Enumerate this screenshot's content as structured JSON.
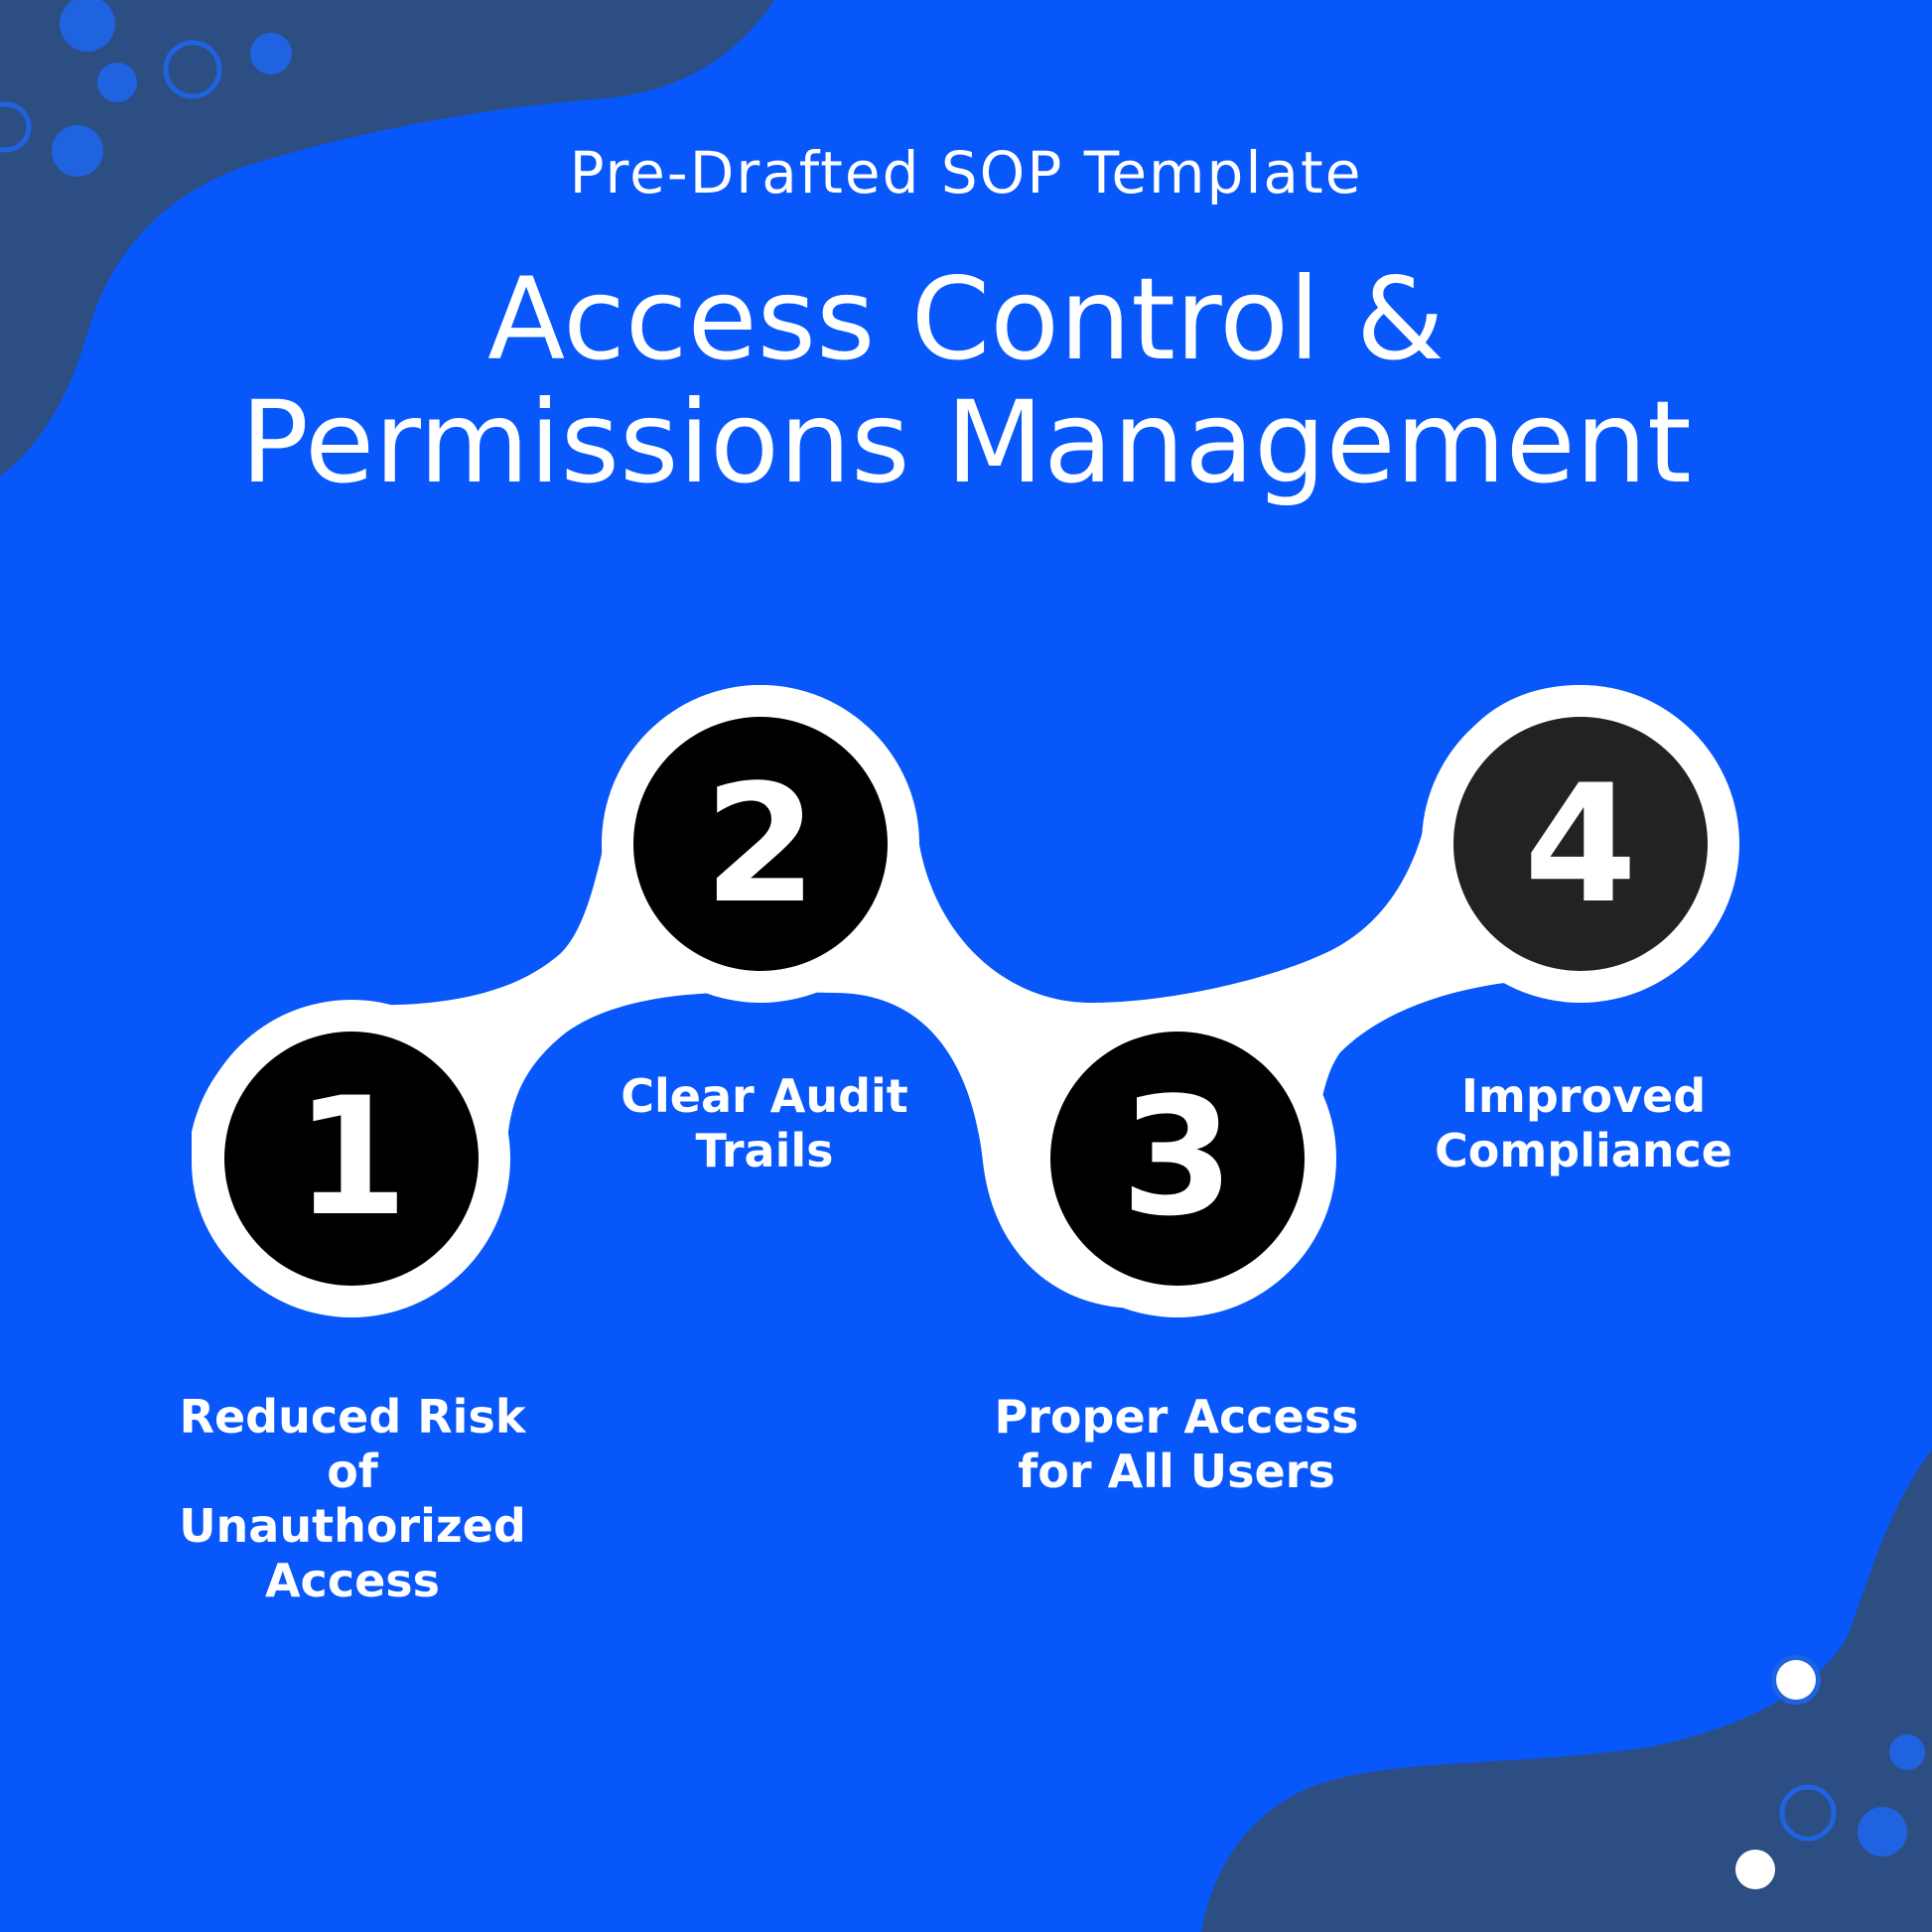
{
  "header": {
    "subtitle": "Pre-Drafted SOP Template",
    "title_line1": "Access Control &",
    "title_line2": "Permissions Management"
  },
  "steps": [
    {
      "number": "1",
      "label": "Reduced Risk\nof\nUnauthorized\nAccess"
    },
    {
      "number": "2",
      "label": "Clear Audit\nTrails"
    },
    {
      "number": "3",
      "label": "Proper Access\nfor All Users"
    },
    {
      "number": "4",
      "label": "Improved\nCompliance"
    }
  ],
  "colors": {
    "background": "#0757fb",
    "corner_blob": "#2c4e82",
    "connector": "#ffffff",
    "circle_fill": "#000000",
    "circle_fill_4": "#222220",
    "text": "#ffffff"
  }
}
